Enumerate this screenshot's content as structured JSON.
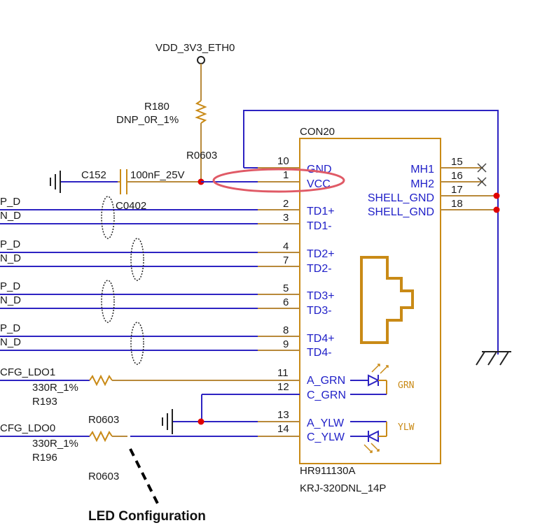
{
  "power_rail": "VDD_3V3_ETH0",
  "resistors": {
    "r180": {
      "ref": "R180",
      "value": "DNP_0R_1%",
      "package": "R0603"
    },
    "r193": {
      "ref": "R193",
      "value": "330R_1%"
    },
    "r196": {
      "ref": "R196",
      "value": "330R_1%",
      "package_above": "R0603",
      "package_below": "R0603"
    }
  },
  "capacitor": {
    "ref": "C152",
    "value": "100nF_25V",
    "package": "C0402"
  },
  "left_nets": [
    {
      "p": "P_D",
      "n": "N_D"
    },
    {
      "p": "P_D",
      "n": "N_D"
    },
    {
      "p": "P_D",
      "n": "N_D"
    },
    {
      "p": "P_D",
      "n": "N_D"
    }
  ],
  "cfg_nets": [
    "CFG_LDO1",
    "CFG_LDO0"
  ],
  "connector": {
    "ref": "CON20",
    "part_number": "HR911130A",
    "package": "KRJ-320DNL_14P",
    "left_pins": [
      {
        "num": "10",
        "name": "GND"
      },
      {
        "num": "1",
        "name": "VCC"
      },
      {
        "num": "2",
        "name": "TD1+"
      },
      {
        "num": "3",
        "name": "TD1-"
      },
      {
        "num": "4",
        "name": "TD2+"
      },
      {
        "num": "7",
        "name": "TD2-"
      },
      {
        "num": "5",
        "name": "TD3+"
      },
      {
        "num": "6",
        "name": "TD3-"
      },
      {
        "num": "8",
        "name": "TD4+"
      },
      {
        "num": "9",
        "name": "TD4-"
      },
      {
        "num": "11",
        "name": "A_GRN"
      },
      {
        "num": "12",
        "name": "C_GRN"
      },
      {
        "num": "13",
        "name": "A_YLW"
      },
      {
        "num": "14",
        "name": "C_YLW"
      }
    ],
    "right_pins": [
      {
        "num": "15",
        "name": "MH1"
      },
      {
        "num": "16",
        "name": "MH2"
      },
      {
        "num": "17",
        "name": "SHELL_GND"
      },
      {
        "num": "18",
        "name": "SHELL_GND"
      }
    ],
    "led_labels": [
      "GRN",
      "YLW"
    ]
  },
  "annotation": "LED Configuration",
  "colors": {
    "wire": "#2d23c2",
    "body": "#c98a16",
    "highlight": "#e05a66"
  }
}
